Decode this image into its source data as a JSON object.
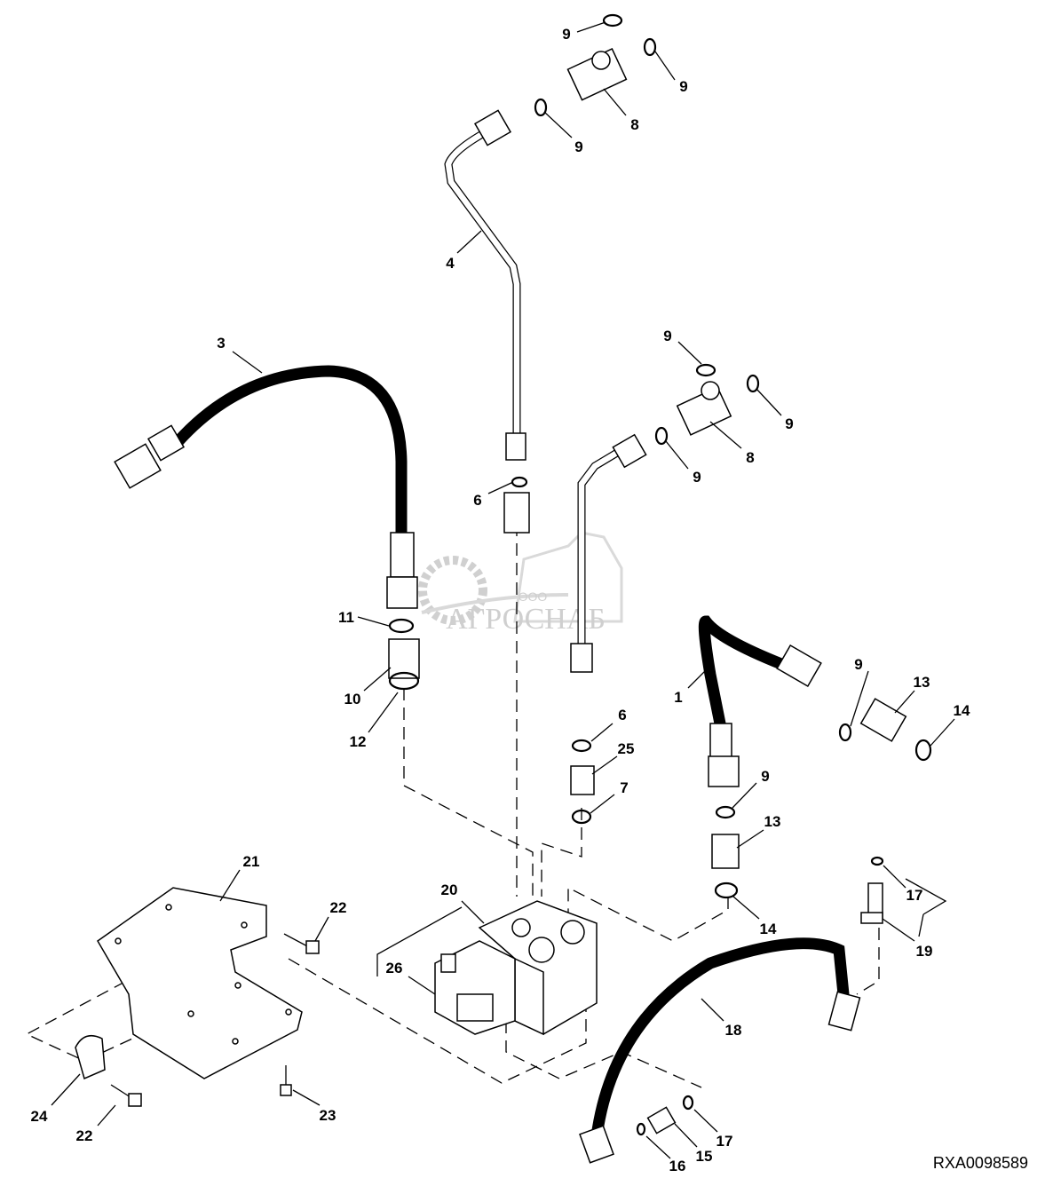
{
  "diagram": {
    "image_code": "RXA0098589",
    "watermark": {
      "prefix": "ООО",
      "name": "АГРОСНАБ"
    },
    "callouts": [
      "9",
      "9",
      "8",
      "9",
      "4",
      "3",
      "9",
      "9",
      "8",
      "9",
      "6",
      "11",
      "10",
      "12",
      "6",
      "25",
      "7",
      "1",
      "9",
      "13",
      "14",
      "9",
      "13",
      "14",
      "17",
      "19",
      "21",
      "22",
      "20",
      "26",
      "18",
      "24",
      "22",
      "23",
      "16",
      "15",
      "17"
    ]
  }
}
